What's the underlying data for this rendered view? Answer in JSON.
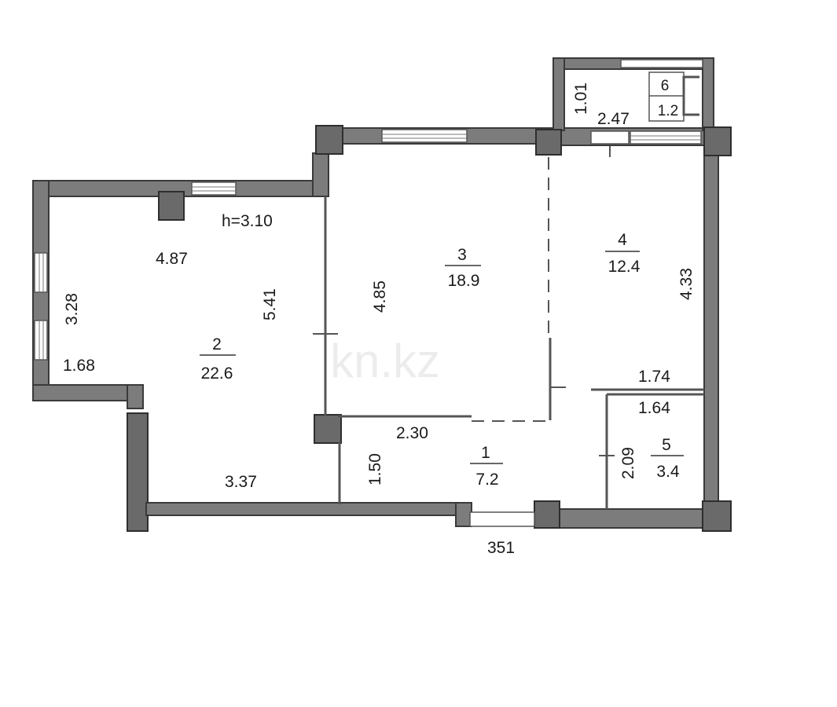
{
  "ceiling": "h=3.10",
  "watermark": "kn.kz",
  "rooms": [
    {
      "id": "1",
      "area": "7.2"
    },
    {
      "id": "2",
      "area": "22.6"
    },
    {
      "id": "3",
      "area": "18.9"
    },
    {
      "id": "4",
      "area": "12.4"
    },
    {
      "id": "5",
      "area": "3.4"
    },
    {
      "id": "6",
      "area": "1.2"
    }
  ],
  "dims": {
    "d_4_87": "4.87",
    "d_3_28": "3.28",
    "d_5_41": "5.41",
    "d_1_68": "1.68",
    "d_3_37": "3.37",
    "d_4_85": "4.85",
    "d_4_33": "4.33",
    "d_1_74": "1.74",
    "d_1_64": "1.64",
    "d_2_09": "2.09",
    "d_2_30": "2.30",
    "d_1_50": "1.50",
    "d_351": "351",
    "d_1_01": "1.01",
    "d_2_47": "2.47"
  },
  "colors": {
    "wall": "#7c7c7c",
    "column": "#6a6a6a",
    "line": "#555555"
  }
}
